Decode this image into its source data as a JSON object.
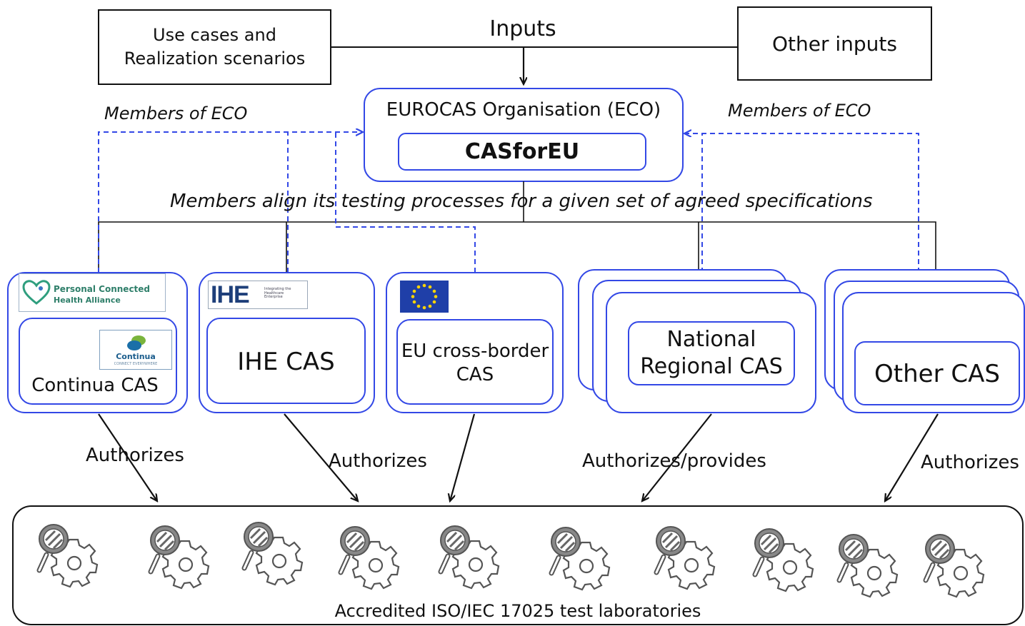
{
  "inputs_label": "Inputs",
  "use_cases_box": [
    "Use cases and",
    "Realization scenarios"
  ],
  "other_inputs_box": "Other inputs",
  "eco": {
    "title": "EUROCAS Organisation (ECO)",
    "inner": "CASforEU"
  },
  "members_of_eco_left": "Members of ECO",
  "members_of_eco_right": "Members of ECO",
  "align_text": "Members align its testing processes for a given set of agreed specifications",
  "cas": {
    "continua": "Continua CAS",
    "ihe": "IHE CAS",
    "eu_cross_border": [
      "EU cross-border",
      "CAS"
    ],
    "national_regional": [
      "National",
      "Regional CAS"
    ],
    "other": "Other CAS"
  },
  "logos": {
    "pcha_line1": "Personal Connected",
    "pcha_line2": "Health Alliance",
    "continua": "Continua",
    "continua_sub": "CONNECT EVERYWHERE",
    "ihe": "IHE",
    "ihe_sub": "Integrating the Healthcare Enterprise"
  },
  "arrow_labels": {
    "authorizes_1": "Authorizes",
    "authorizes_2": "Authorizes",
    "authorizes_provides": "Authorizes/provides",
    "authorizes_4": "Authorizes"
  },
  "labs_label": "Accredited ISO/IEC 17025 test laboratories",
  "lab_icon_count": 10,
  "colors": {
    "blue": "#3348e6",
    "black": "#111111"
  }
}
